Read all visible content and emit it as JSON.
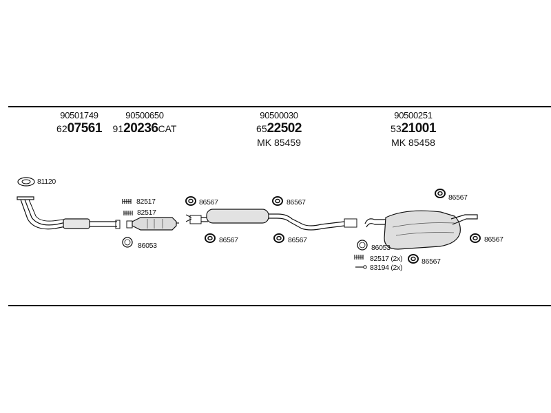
{
  "headers": [
    {
      "oe": "90501749",
      "art_prefix": "62",
      "art_bold": "07561",
      "art_suffix": "",
      "mk": ""
    },
    {
      "oe": "90500650",
      "art_prefix": "91",
      "art_bold": "20236",
      "art_suffix": "CAT",
      "mk": ""
    },
    {
      "oe": "90500030",
      "art_prefix": "65",
      "art_bold": "22502",
      "art_suffix": "",
      "mk": "MK  85459"
    },
    {
      "oe": "90500251",
      "art_prefix": "53",
      "art_bold": "21001",
      "art_suffix": "",
      "mk": "MK  85458"
    }
  ],
  "labels": {
    "gasket_front": "81120",
    "clamp_cat_top": "82517",
    "clamp_cat_mid": "82517",
    "ring_cat": "86053",
    "hanger_mid_top_left": "86567",
    "hanger_mid_bottom_left": "86567",
    "hanger_mid_top_right": "86567",
    "hanger_mid_bottom_right": "86567",
    "hanger_rear_top": "86567",
    "hanger_rear_right": "86567",
    "ring_rear": "86053",
    "clamp_rear": "82517 (2x)",
    "hanger_rear_bottom": "86567",
    "bolt_rear": "83194 (2x)"
  }
}
